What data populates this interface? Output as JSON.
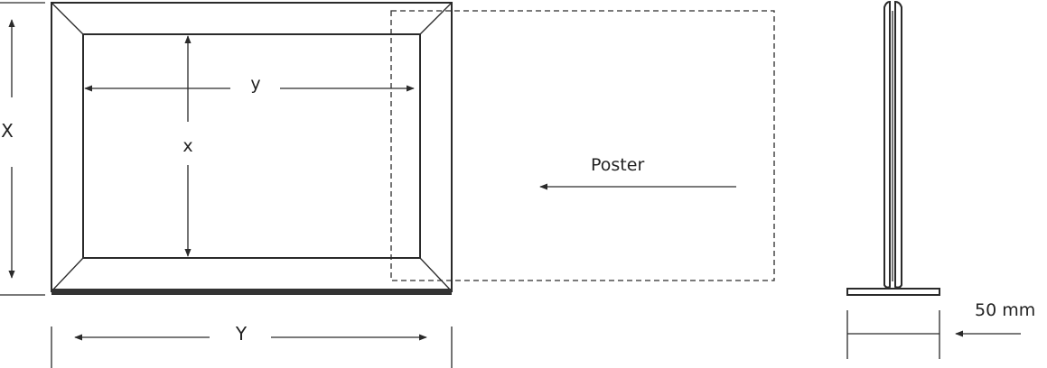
{
  "labels": {
    "outer_height": "X",
    "outer_width": "Y",
    "inner_width": "y",
    "inner_height": "x",
    "poster": "Poster",
    "base_width": "50 mm"
  },
  "colors": {
    "stroke": "#2a2a2a",
    "bottom_bar": "#333333",
    "background": "#ffffff"
  }
}
